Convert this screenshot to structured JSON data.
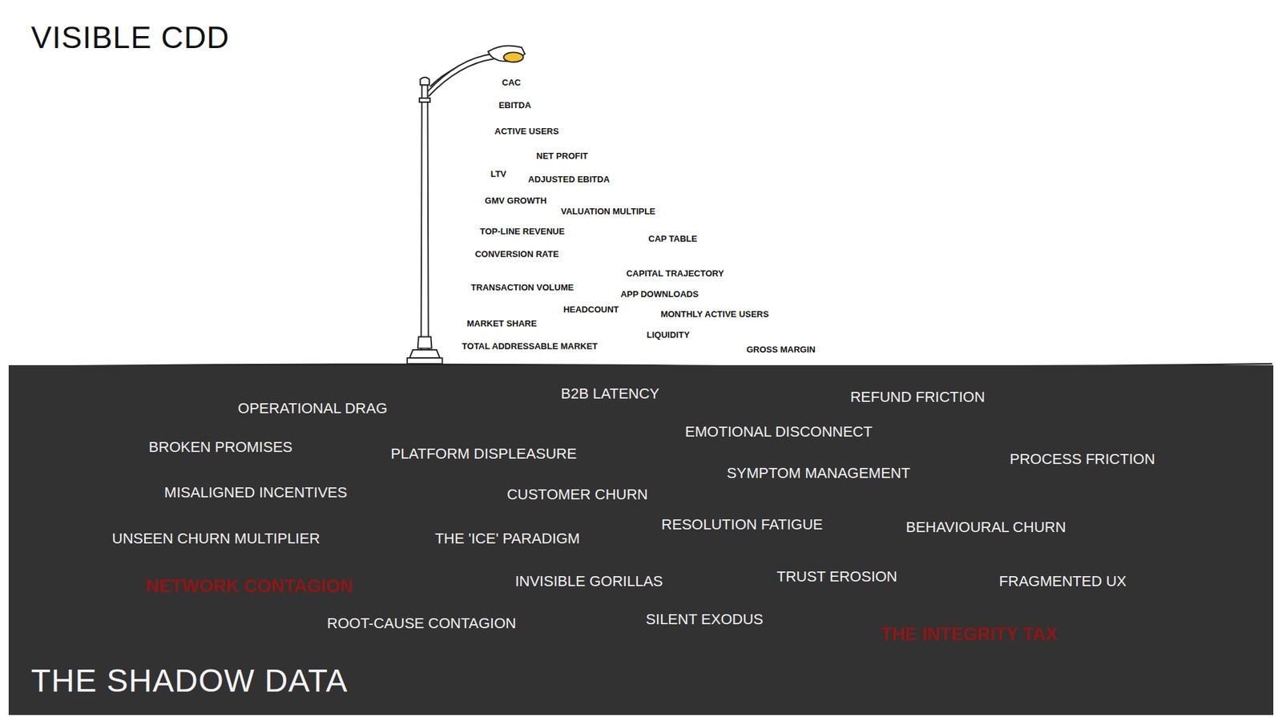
{
  "diagram": {
    "title": "VISIBLE CDD",
    "nodes": [
      {
        "text": [
          "B2B LATENCY",
          "REFUND FRICTION",
          "OPERATIONAL DRAG",
          "EMOTIONAL DISCONNECT",
          "BROKEN PROMISES",
          "PLATFORM DISPLEASURE",
          "PROCESS FRICTION",
          "SYMPTOM MANAGEMENT",
          "MISALIGNED INCENTIVES",
          "CUSTOMER CHURN",
          "RESOLUTION FATIGUE",
          "BEHAVIOURAL CHURN",
          "UNSEEN CHURN MULTIPLIER",
          "THE 'ICE' PARADIGM",
          "TRUST EROSION",
          "INVISIBLE GORILLAS",
          "FRAGMENTED UX",
          "NETWORK CONTAGION",
          "SILENT EXODUS",
          "ROOT-CAUSE CONTAGION",
          "THE INTEGRITY TAX",
          "THE SHADOW DATA"
        ]
      }
    ],
    "labels": [
      "CAC",
      "EBITDA",
      "ACTIVE USERS",
      "NET PROFIT",
      "LTV",
      "ADJUSTED EBITDA",
      "GMV GROWTH",
      "VALUATION MULTIPLE",
      "TOP-LINE REVENUE",
      "CAP TABLE",
      "CONVERSION RATE",
      "CAPITAL TRAJECTORY",
      "TRANSACTION VOLUME",
      "APP DOWNLOADS",
      "HEADCOUNT",
      "MONTHLY ACTIVE USERS",
      "MARKET SHARE",
      "LIQUIDITY",
      "TOTAL ADDRESSABLE MARKET",
      "GROSS MARGIN"
    ]
  }
}
